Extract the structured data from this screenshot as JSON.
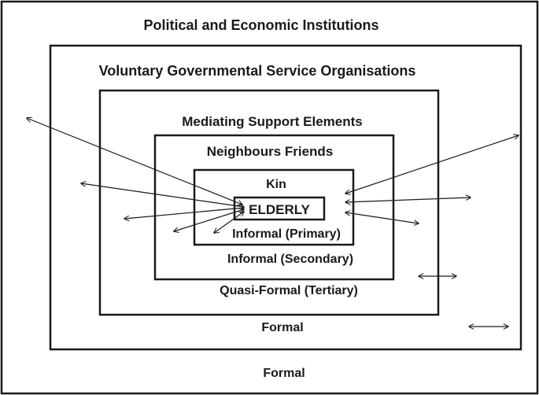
{
  "labels": {
    "political": "Political and Economic Institutions",
    "voluntary": "Voluntary Governmental Service Organisations",
    "mediating": "Mediating Support Elements",
    "neighbours": "Neighbours Friends",
    "kin": "Kin",
    "elderly": "ELDERLY",
    "informal_primary": "Informal (Primary)",
    "informal_secondary": "Informal (Secondary)",
    "quasi_formal": "Quasi-Formal (Tertiary)",
    "formal_inner": "Formal",
    "formal_outer": "Formal"
  },
  "colors": {
    "stroke": "#1a1a1a",
    "background": "#ffffff"
  }
}
